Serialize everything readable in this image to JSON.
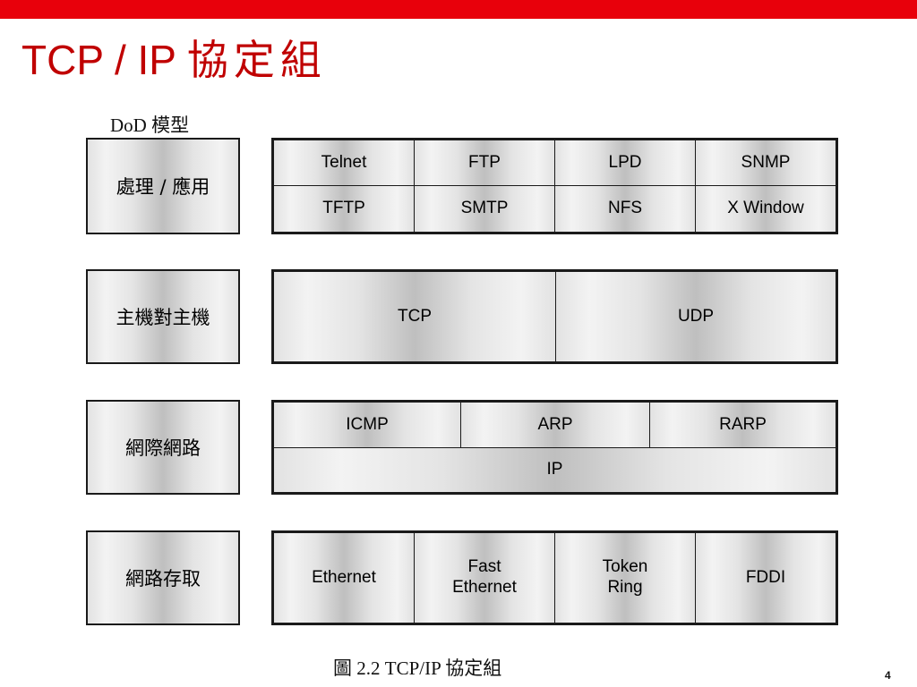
{
  "slide": {
    "title_latin": "TCP / IP",
    "title_cjk": "協定組",
    "model_label": "DoD 模型",
    "caption": "圖 2.2 TCP/IP 協定組",
    "page_number": "4"
  },
  "layers": [
    {
      "name": "處理 / 應用",
      "rows": [
        [
          "Telnet",
          "FTP",
          "LPD",
          "SNMP"
        ],
        [
          "TFTP",
          "SMTP",
          "NFS",
          "X Window"
        ]
      ]
    },
    {
      "name": "主機對主機",
      "rows": [
        [
          "TCP",
          "UDP"
        ]
      ]
    },
    {
      "name": "網際網路",
      "rows": [
        [
          "ICMP",
          "ARP",
          "RARP"
        ],
        [
          "IP"
        ]
      ]
    },
    {
      "name": "網路存取",
      "rows": [
        [
          "Ethernet",
          "Fast\nEthernet",
          "Token\nRing",
          "FDDI"
        ]
      ]
    }
  ],
  "colors": {
    "accent_bar": "#e8000b",
    "title": "#c00000"
  }
}
